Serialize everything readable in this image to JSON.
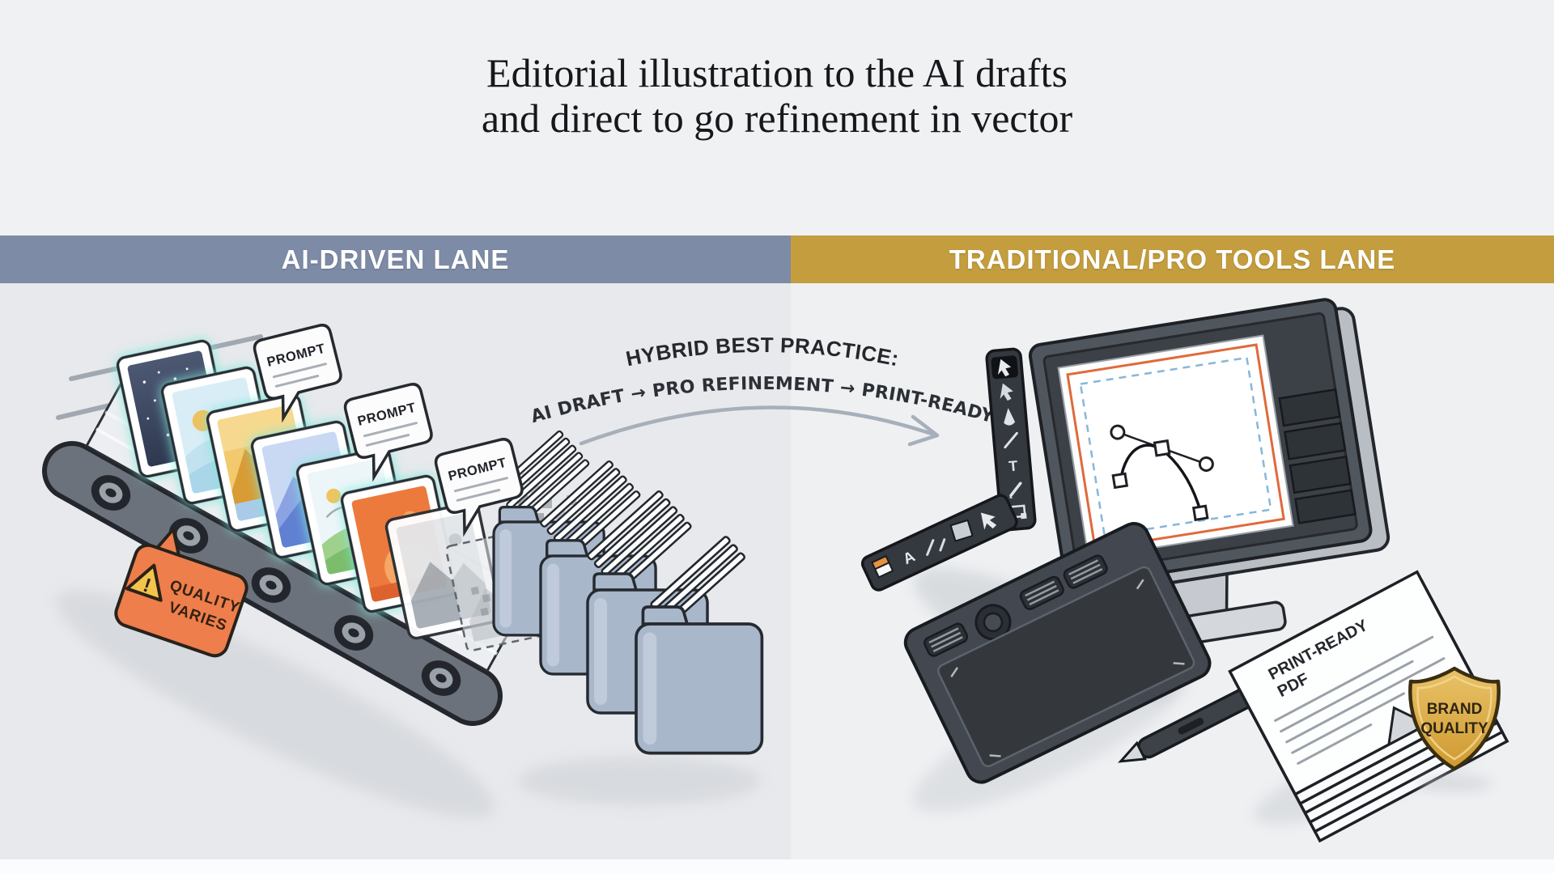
{
  "title": {
    "line1": "Editorial illustration to the AI drafts",
    "line2": "and direct to go refinement in vector"
  },
  "lanes": {
    "left": {
      "label": "AI-DRIVEN LANE"
    },
    "right": {
      "label": "TRADITIONAL/PRO TOOLS LANE"
    }
  },
  "hybrid_callout": {
    "heading": "HYBRID BEST PRACTICE:",
    "flow": "AI DRAFT → PRO REFINEMENT → PRINT-READY"
  },
  "left_lane": {
    "prompt_bubbles": [
      "PROMPT",
      "PROMPT",
      "PROMPT"
    ],
    "warning_badge": {
      "line1": "QUALITY",
      "line2": "VARIES",
      "exclamation": "!"
    }
  },
  "right_lane": {
    "document": {
      "line1": "PRINT-READY",
      "line2": "PDF"
    },
    "shield": {
      "line1": "BRAND",
      "line2": "QUALITY"
    },
    "toolbar": {
      "text_tool_glyph": "T"
    },
    "mini_toolbar": {
      "text_glyph": "A"
    }
  },
  "colors": {
    "left_band": "#7d8ba6",
    "right_band": "#c49e3e",
    "warning_orange": "#ee7e4b",
    "shield_gold": "#d9a83f",
    "glow_teal": "#7ee8d9",
    "canvas_accent_orange": "#df6a3c",
    "guide_blue": "#86b7da",
    "arrow_gray": "#a7afba"
  }
}
